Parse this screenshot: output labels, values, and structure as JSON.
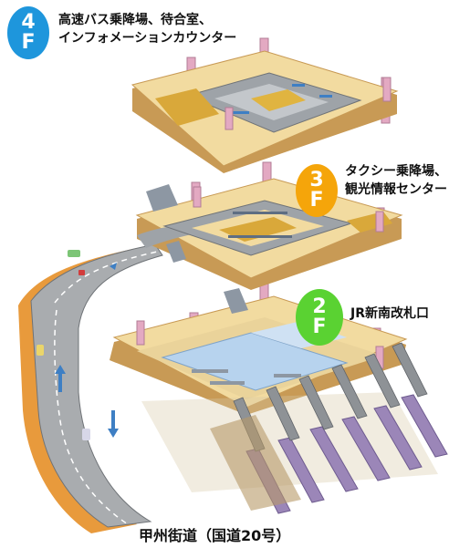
{
  "floors": [
    {
      "id": "4f",
      "number": "4",
      "suffix": "F",
      "color": "#1E96DC",
      "label_lines": [
        "高速バス乗降場、待合室、",
        "インフォメーションカウンター"
      ]
    },
    {
      "id": "3f",
      "number": "3",
      "suffix": "F",
      "color": "#F5A50A",
      "label_lines": [
        "タクシー乗降場、",
        "観光情報センター"
      ]
    },
    {
      "id": "2f",
      "number": "2",
      "suffix": "F",
      "color": "#5AD232",
      "label_lines": [
        "JR新南改札口"
      ]
    }
  ],
  "road_label": "甲州街道（国道20号）",
  "colors": {
    "slab": "#F2DBA0",
    "slab_edge": "#C89A55",
    "deck": "#9EA3A8",
    "pillar": "#E3A9C2",
    "glass": "#B7D3EE",
    "track": "#9B86B8",
    "road_edge": "#E89A3C"
  }
}
